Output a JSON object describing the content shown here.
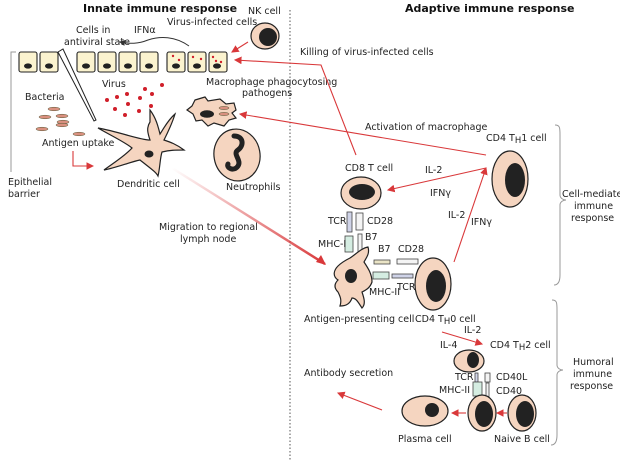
{
  "titles": {
    "innate": "Innate immune response",
    "adaptive": "Adaptive immune response"
  },
  "innate_labels": {
    "nk_cell": "NK cell",
    "virus_infected_cells": "Virus-infected cells",
    "ifn_alpha": "IFNα",
    "cells_in_antiviral_state_1": "Cells in",
    "cells_in_antiviral_state_2": "antiviral state",
    "virus": "Virus",
    "bacteria": "Bacteria",
    "macrophage_1": "Macrophage phagocytosing",
    "macrophage_2": "pathogens",
    "antigen_uptake": "Antigen uptake",
    "dendritic_cell": "Dendritic cell",
    "neutrophils": "Neutrophils",
    "epithelial_barrier_1": "Epithelial",
    "epithelial_barrier_2": "barrier",
    "migration_1": "Migration to regional",
    "migration_2": "lymph node"
  },
  "adaptive_labels": {
    "killing": "Killing of virus-infected cells",
    "activation_macrophage": "Activation of macrophage",
    "cd4_th1": "CD4 T",
    "th1_sub": "H",
    "th1_suffix": "1 cell",
    "cd8_t_cell": "CD8 T cell",
    "il2_a": "IL-2",
    "ifng_a": "IFNγ",
    "il2_b": "IL-2",
    "ifng_b": "IFNγ",
    "tcr_1": "TCR",
    "cd28_1": "CD28",
    "mhc_i": "MHC-I",
    "b7_1": "B7",
    "b7_2": "B7",
    "cd28_2": "CD28",
    "tcr_2": "TCR",
    "mhc_ii_1": "MHC-II",
    "apc": "Antigen-presenting cell",
    "cd4_th0": "CD4 T",
    "th0_sub": "H",
    "th0_suffix": "0 cell",
    "il2_c": "IL-2",
    "il4": "IL-4",
    "cd4_th2": "CD4 T",
    "th2_sub": "H",
    "th2_suffix": "2 cell",
    "tcr_3": "TCR",
    "cd40l": "CD40L",
    "mhc_ii_2": "MHC-II",
    "cd40": "CD40",
    "antibody_secretion": "Antibody secretion",
    "plasma_cell": "Plasma cell",
    "naive_b_cell": "Naive B cell",
    "cell_mediated_1": "Cell-mediated",
    "cell_mediated_2": "immune",
    "cell_mediated_3": "response",
    "humoral_1": "Humoral",
    "humoral_2": "immune",
    "humoral_3": "response"
  },
  "colors": {
    "arrow": "#d9383a",
    "cell_fill": "#f5d5c0",
    "epithelial_fill": "#fbf3cf",
    "virus": "#d01f2a"
  }
}
